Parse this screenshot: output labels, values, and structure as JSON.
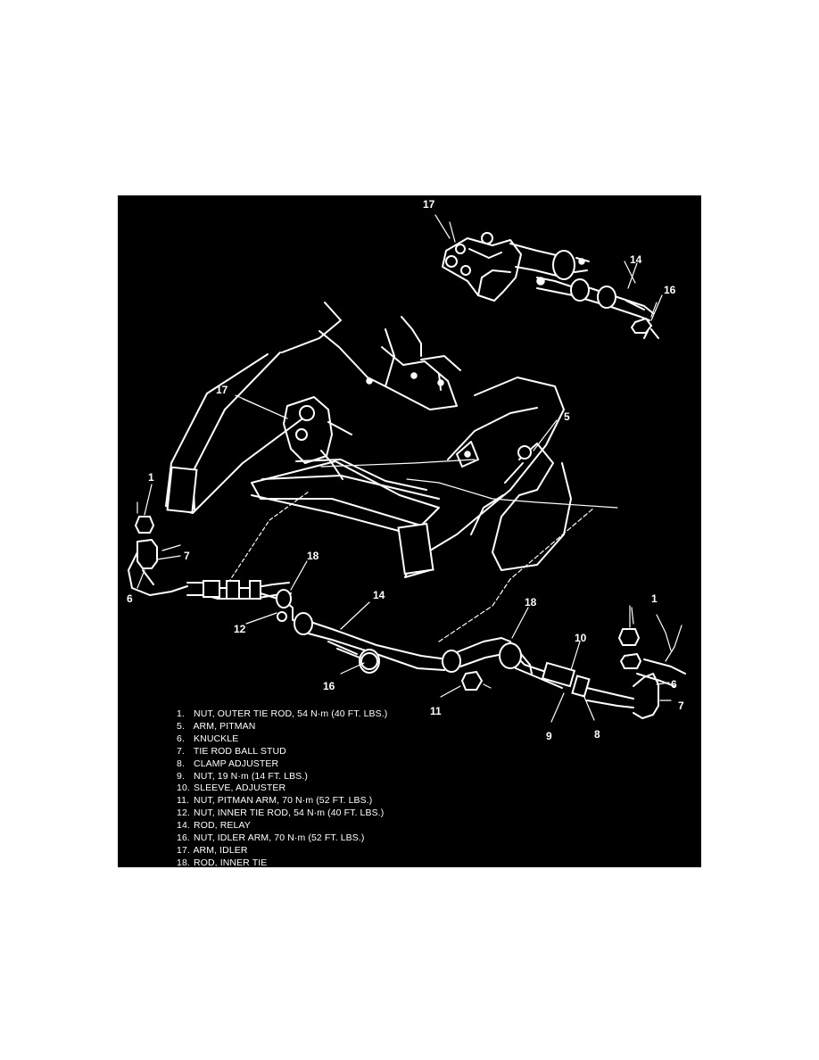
{
  "callouts": [
    {
      "id": "c17a",
      "text": "17"
    },
    {
      "id": "c14a",
      "text": "14"
    },
    {
      "id": "c16a",
      "text": "16"
    },
    {
      "id": "c17b",
      "text": "17"
    },
    {
      "id": "c5",
      "text": "5"
    },
    {
      "id": "c1a",
      "text": "1"
    },
    {
      "id": "c7a",
      "text": "7"
    },
    {
      "id": "c6a",
      "text": "6"
    },
    {
      "id": "c18a",
      "text": "18"
    },
    {
      "id": "c14b",
      "text": "14"
    },
    {
      "id": "c12",
      "text": "12"
    },
    {
      "id": "c16b",
      "text": "16"
    },
    {
      "id": "c18b",
      "text": "18"
    },
    {
      "id": "c1b",
      "text": "1"
    },
    {
      "id": "c10",
      "text": "10"
    },
    {
      "id": "c6b",
      "text": "6"
    },
    {
      "id": "c7b",
      "text": "7"
    },
    {
      "id": "c11",
      "text": "11"
    },
    {
      "id": "c9",
      "text": "9"
    },
    {
      "id": "c8",
      "text": "8"
    }
  ],
  "legend": [
    {
      "num": "1.",
      "text": "NUT, OUTER TIE ROD, 54 N·m (40 FT. LBS.)"
    },
    {
      "num": "5.",
      "text": "ARM, PITMAN"
    },
    {
      "num": "6.",
      "text": "KNUCKLE"
    },
    {
      "num": "7.",
      "text": "TIE ROD BALL STUD"
    },
    {
      "num": "8.",
      "text": "CLAMP ADJUSTER"
    },
    {
      "num": "9.",
      "text": "NUT, 19 N·m (14 FT. LBS.)"
    },
    {
      "num": "10.",
      "text": "SLEEVE, ADJUSTER"
    },
    {
      "num": "11.",
      "text": "NUT, PITMAN ARM, 70 N·m (52 FT. LBS.)"
    },
    {
      "num": "12.",
      "text": "NUT, INNER TIE ROD, 54 N·m (40 FT. LBS.)"
    },
    {
      "num": "14.",
      "text": "ROD, RELAY"
    },
    {
      "num": "16.",
      "text": "NUT, IDLER ARM, 70 N·m (52 FT. LBS.)"
    },
    {
      "num": "17.",
      "text": "ARM, IDLER"
    },
    {
      "num": "18.",
      "text": "ROD, INNER TIE"
    }
  ]
}
